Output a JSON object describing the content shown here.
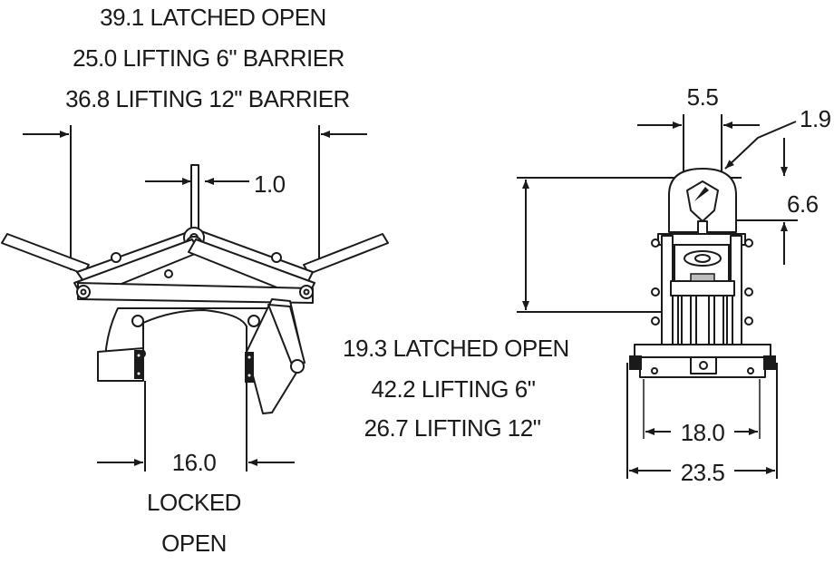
{
  "front_view": {
    "width_notes": [
      "39.1   LATCHED OPEN",
      "25.0 LIFTING 6\" BARRIER",
      "36.8 LIFTING 12\" BARRIER"
    ],
    "shackle_offset": "1.0",
    "jaw_opening": "16.0",
    "jaw_state_line1": "LOCKED",
    "jaw_state_line2": "OPEN"
  },
  "side_view": {
    "height_notes": [
      "19.3 LATCHED OPEN",
      "42.2 LIFTING 6\"",
      "26.7 LIFTING 12\""
    ],
    "eye_width": "5.5",
    "eye_hole": "1.9",
    "eye_offset": "6.6",
    "inner_width": "18.0",
    "outer_width": "23.5"
  }
}
